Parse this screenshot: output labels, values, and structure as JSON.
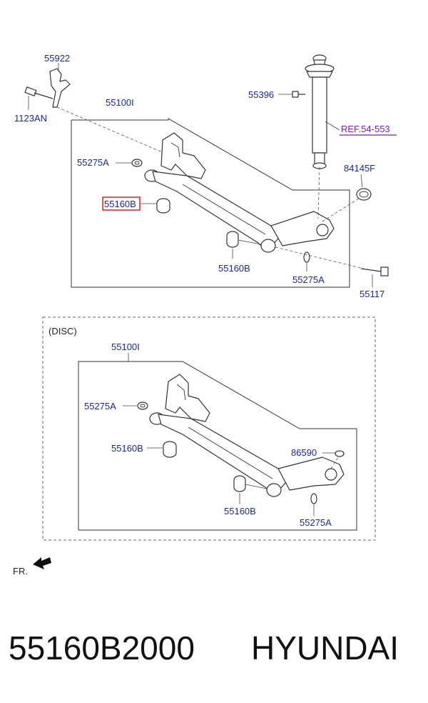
{
  "top": {
    "labels": {
      "bracket": "55922",
      "bolt_left": "1123AN",
      "axle": "55100I",
      "bolt_shock": "55396",
      "ref": "REF.54-553",
      "washer_left": "55275A",
      "cap": "84145F",
      "bush_left": "55160B",
      "bush_right": "55160B",
      "washer_right": "55275A",
      "bolt_right": "55117"
    }
  },
  "bottom": {
    "title": "(DISC)",
    "labels": {
      "axle": "55100I",
      "washer_left": "55275A",
      "bush_left": "55160B",
      "plug": "86590",
      "bush_right": "55160B",
      "washer_right": "55275A"
    }
  },
  "fr_label": "FR.",
  "footer": {
    "part_number": "55160B2000",
    "brand": "HYUNDAI"
  },
  "colors": {
    "label": "#1a2a8c",
    "ref": "#7a1fa2",
    "highlight": "#e02020"
  }
}
